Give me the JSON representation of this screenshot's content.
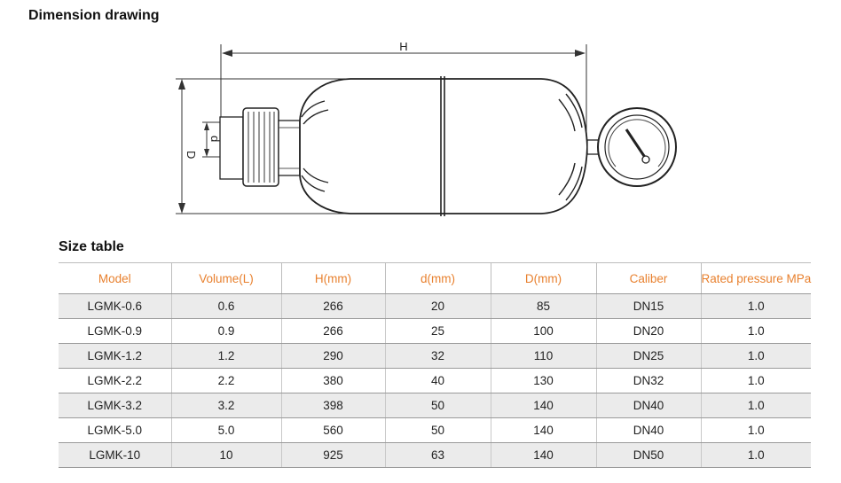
{
  "headings": {
    "dimension": "Dimension drawing",
    "size_table": "Size table"
  },
  "drawing_labels": {
    "H": "H",
    "D": "D",
    "d": "d"
  },
  "table": {
    "columns": [
      "Model",
      "Volume(L)",
      "H(mm)",
      "d(mm)",
      "D(mm)",
      "Caliber",
      "Rated pressure MPa"
    ],
    "rows": [
      [
        "LGMK-0.6",
        "0.6",
        "266",
        "20",
        "85",
        "DN15",
        "1.0"
      ],
      [
        "LGMK-0.9",
        "0.9",
        "266",
        "25",
        "100",
        "DN20",
        "1.0"
      ],
      [
        "LGMK-1.2",
        "1.2",
        "290",
        "32",
        "110",
        "DN25",
        "1.0"
      ],
      [
        "LGMK-2.2",
        "2.2",
        "380",
        "40",
        "130",
        "DN32",
        "1.0"
      ],
      [
        "LGMK-3.2",
        "3.2",
        "398",
        "50",
        "140",
        "DN40",
        "1.0"
      ],
      [
        "LGMK-5.0",
        "5.0",
        "560",
        "50",
        "140",
        "DN40",
        "1.0"
      ],
      [
        "LGMK-10",
        "10",
        "925",
        "63",
        "140",
        "DN50",
        "1.0"
      ]
    ]
  },
  "colors": {
    "header_text": "#e8802e",
    "row_shade": "#ebebeb"
  }
}
